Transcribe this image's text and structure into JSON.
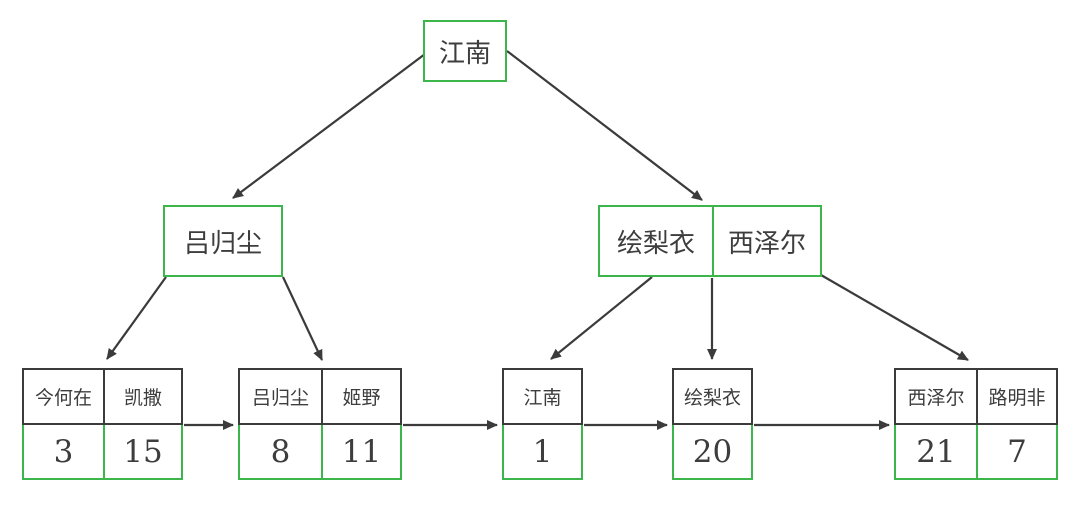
{
  "colors": {
    "node_border_green": "#3cb54a",
    "line_dark": "#3b3b3b",
    "text": "#3d3d3d"
  },
  "tree": {
    "root": {
      "keys": [
        "江南"
      ]
    },
    "internal": [
      {
        "keys": [
          "吕归尘"
        ]
      },
      {
        "keys": [
          "绘梨衣",
          "西泽尔"
        ]
      }
    ],
    "leaves": [
      {
        "keys": [
          "今何在",
          "凯撒"
        ],
        "values": [
          "3",
          "15"
        ]
      },
      {
        "keys": [
          "吕归尘",
          "姬野"
        ],
        "values": [
          "8",
          "11"
        ]
      },
      {
        "keys": [
          "江南"
        ],
        "values": [
          "1"
        ]
      },
      {
        "keys": [
          "绘梨衣"
        ],
        "values": [
          "20"
        ]
      },
      {
        "keys": [
          "西泽尔",
          "路明非"
        ],
        "values": [
          "21",
          "7"
        ]
      }
    ],
    "edges": [
      {
        "from": "root",
        "to": "internal-left"
      },
      {
        "from": "root",
        "to": "internal-right"
      },
      {
        "from": "internal-left",
        "to": "leaf-1"
      },
      {
        "from": "internal-left",
        "to": "leaf-2"
      },
      {
        "from": "internal-right",
        "to": "leaf-3"
      },
      {
        "from": "internal-right",
        "to": "leaf-4"
      },
      {
        "from": "internal-right",
        "to": "leaf-5"
      },
      {
        "from": "leaf-1",
        "to": "leaf-2"
      },
      {
        "from": "leaf-2",
        "to": "leaf-3"
      },
      {
        "from": "leaf-3",
        "to": "leaf-4"
      },
      {
        "from": "leaf-4",
        "to": "leaf-5"
      }
    ]
  }
}
